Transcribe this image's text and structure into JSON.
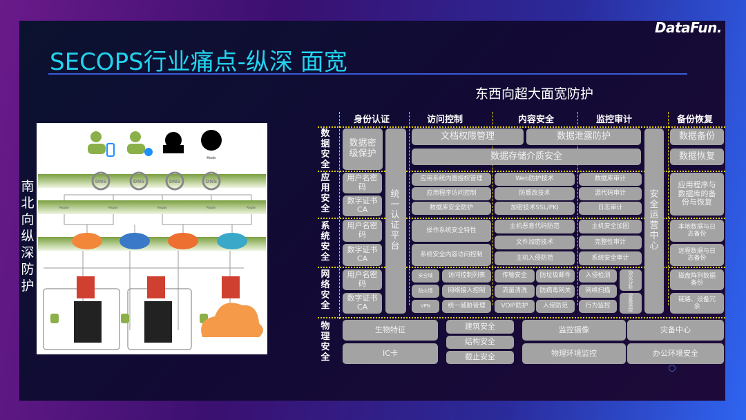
{
  "brand": "DataFun.",
  "title": "SECOPS行业痛点-纵深 面宽",
  "subtitle": "东西向超大面宽防护",
  "left_label": "南北向纵深防护",
  "diagram": {
    "dns": "DNS",
    "region": "Region",
    "user_label": "Mirelle"
  },
  "columns": [
    "身份认证",
    "访问控制",
    "内容安全",
    "监控审计",
    "备份恢复"
  ],
  "rows": [
    "数据安全",
    "应用安全",
    "系统安全",
    "网络安全",
    "物理安全"
  ],
  "colors": {
    "title": "#22d3ee",
    "box": "#a3a3a3",
    "divider": "#e6d000"
  },
  "data_row": {
    "identity": "数据密级保护",
    "unified_auth": "统一认证平台",
    "doc": "文档权限管理",
    "leak": "数据泄露防护",
    "storage": "数据存储介质安全",
    "soc": "安全运营中心",
    "backup": "数据备份",
    "restore": "数据恢复"
  },
  "id_user": "用户名密码",
  "id_ca": "数字证书CA",
  "app_row": {
    "access": [
      "应用系统内置授权管理",
      "应用程序访问控制",
      "数据库安全防护"
    ],
    "content": [
      "Web防护技术",
      "防篡改技术",
      "加密技术SSL/PKI"
    ],
    "audit": [
      "数据库审计",
      "源代码审计",
      "日志审计"
    ],
    "backup": "应用程序与数据库的备份与恢复"
  },
  "sys_row": {
    "access": [
      "操作系统安全特性",
      "系统安全内容访问控制"
    ],
    "content": [
      "主机恶意代码防范",
      "文件加密技术",
      "主机入侵防范"
    ],
    "audit": [
      "主机安全加固",
      "完整性审计",
      "系统安全审计"
    ],
    "backup": [
      "本地数据与日志备份",
      "远程数据与日志备份"
    ]
  },
  "net_row": {
    "access": [
      "安全域",
      "访问控制列表",
      "防火墙",
      "网络接入控制",
      "VPN",
      "统一威胁管理"
    ],
    "content": [
      "传输安全",
      "防垃圾邮件",
      "流量清洗",
      "防病毒网关",
      "VOIP防护",
      "入侵防范"
    ],
    "audit": [
      "入侵检测",
      "网络扫描",
      "行为监控"
    ],
    "audit_v": [
      "协议分析",
      "设备监控"
    ],
    "backup": [
      "磁盘阵列数据备份",
      "链路、设备冗余"
    ]
  },
  "phy_row": {
    "a": [
      "生物特征",
      "IC卡"
    ],
    "b": [
      "建筑安全",
      "结构安全",
      "截止安全"
    ],
    "c": [
      "监控摄像",
      "物理环境监控"
    ],
    "d": [
      "灾备中心",
      "办公环境安全"
    ]
  }
}
